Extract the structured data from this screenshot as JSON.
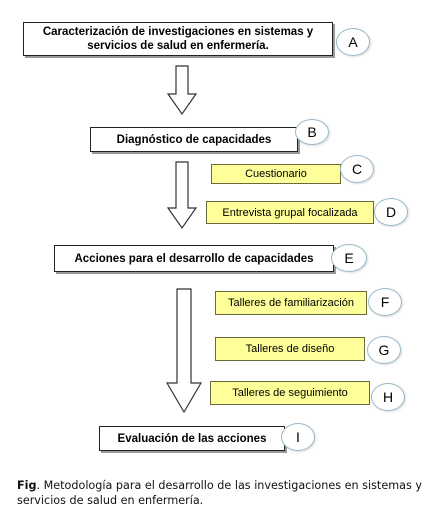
{
  "nodes": {
    "A": {
      "text": "Caracterización  de investigaciones  en sistemas y servicios de salud en enfermería.",
      "letter": "A"
    },
    "B": {
      "text": "Diagnóstico  de capacidades",
      "letter": "B"
    },
    "C": {
      "text": "Cuestionario",
      "letter": "C"
    },
    "D": {
      "text": "Entrevista grupal focalizada",
      "letter": "D"
    },
    "E": {
      "text": "Acciones  para el desarrollo  de capacidades",
      "letter": "E"
    },
    "F": {
      "text": "Talleres de familiarización",
      "letter": "F"
    },
    "G": {
      "text": "Talleres de diseño",
      "letter": "G"
    },
    "H": {
      "text": "Talleres de seguimiento",
      "letter": "H"
    },
    "I": {
      "text": "Evaluación  de las acciones",
      "letter": "I"
    }
  },
  "caption": {
    "label": "Fig",
    "text": ". Metodología para el desarrollo de las investigaciones en sistemas y servicios de salud en enfermería."
  },
  "colors": {
    "sub_fill": "#ffff99",
    "badge_border": "#9bb9c9"
  }
}
